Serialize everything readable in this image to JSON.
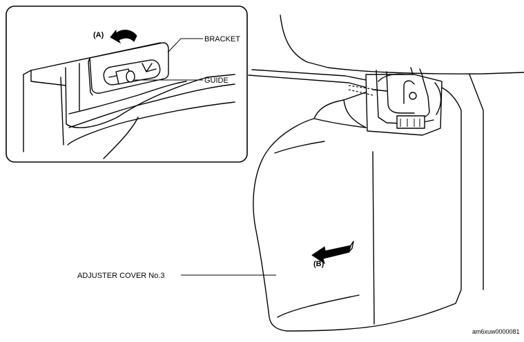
{
  "labels": {
    "bracket": "BRACKET",
    "guide": "GUIDE",
    "arrow_a": "(A)",
    "arrow_b": "(B)",
    "cover": "ADJUSTER COVER No.3",
    "figure_code": "am6xuw0000081"
  },
  "icons": {
    "arrow_a": "curved-arrow-icon",
    "arrow_b": "straight-arrow-icon"
  }
}
